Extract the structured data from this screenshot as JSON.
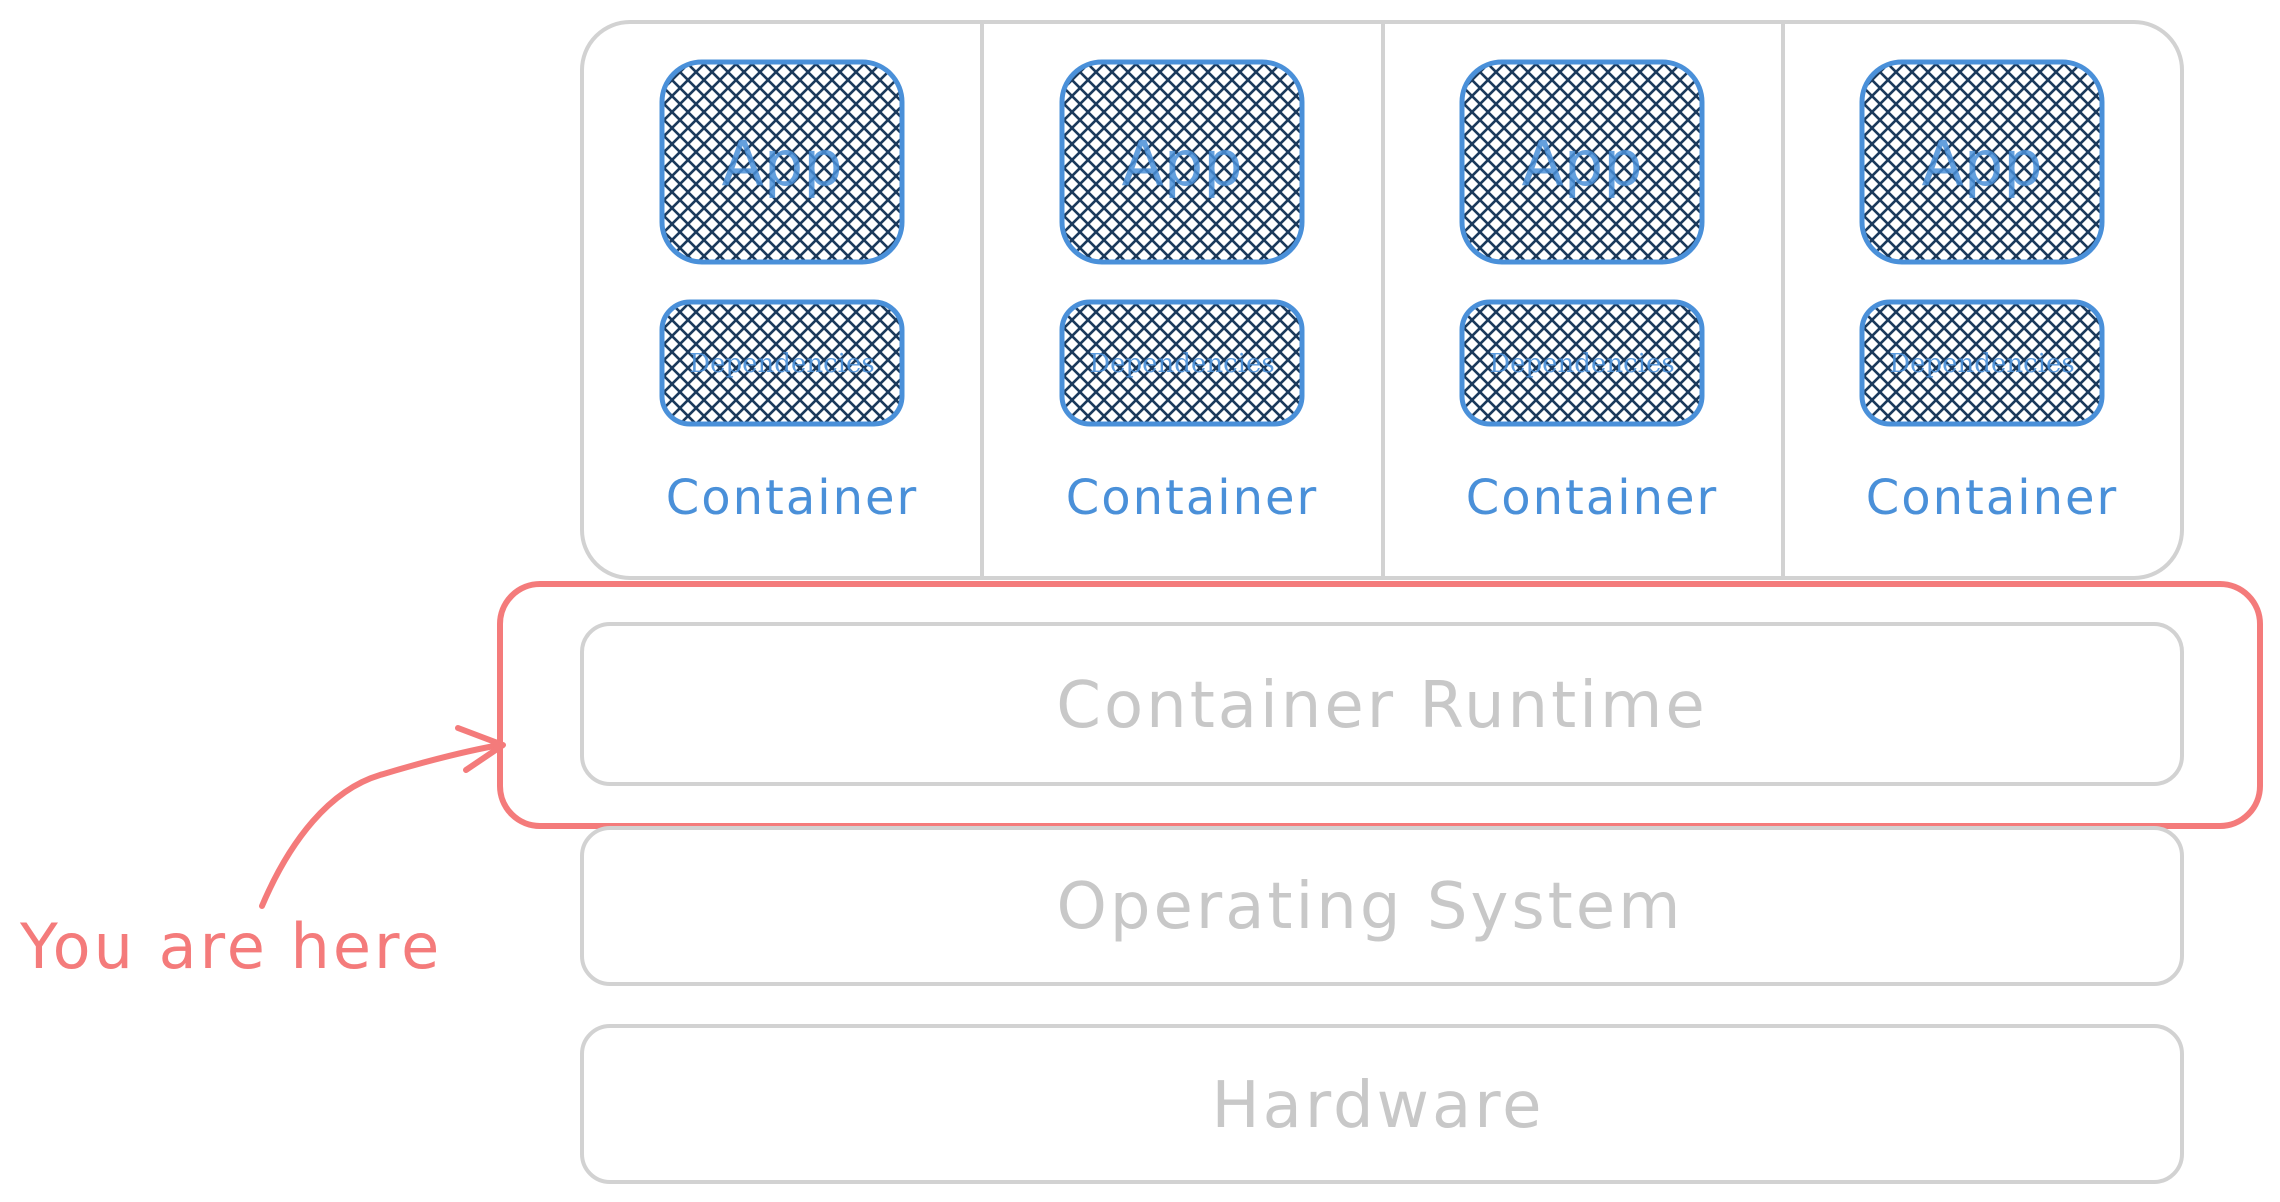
{
  "containers": [
    {
      "app": "App",
      "dependencies": "Dependencies",
      "label": "Container"
    },
    {
      "app": "App",
      "dependencies": "Dependencies",
      "label": "Container"
    },
    {
      "app": "App",
      "dependencies": "Dependencies",
      "label": "Container"
    },
    {
      "app": "App",
      "dependencies": "Dependencies",
      "label": "Container"
    }
  ],
  "layers": {
    "runtime": "Container Runtime",
    "os": "Operating System",
    "hardware": "Hardware"
  },
  "annotation": {
    "text": "You are here"
  },
  "colors": {
    "accent_blue": "#4a90d9",
    "hatch_navy": "#1b3a5c",
    "highlight_red": "#f47b7b",
    "gray_stroke": "#d2d2d2",
    "gray_text": "#c8c8c8"
  }
}
